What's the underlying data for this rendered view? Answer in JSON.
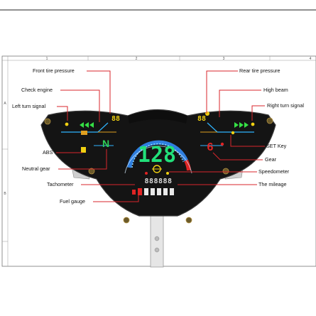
{
  "frame": {
    "columns": [
      "1",
      "2",
      "3",
      "4"
    ],
    "rows": [
      "A",
      "B"
    ]
  },
  "labels": {
    "front_tire_pressure": "Front tire pressure",
    "rear_tire_pressure": "Rear tire pressure",
    "check_engine": "Check engine",
    "high_beam": "High beam",
    "left_turn_signal": "Left turn signal",
    "right_turn_signal": "Right turn signal",
    "set_key": "SET Key",
    "abs": "ABS",
    "gear": "Gear",
    "neutral_gear": "Neutral gear",
    "speedometer": "Speedometer",
    "tachometer": "Tachometer",
    "mileage": "The mileage",
    "fuel_gauge": "Fuel gauge"
  },
  "display": {
    "speed": "128",
    "neutral": "N",
    "gear": "6",
    "mileage": "888888",
    "tire_front": "88",
    "tire_rear": "88"
  },
  "colors": {
    "leader": "#d9262b",
    "panel": "#141414",
    "speed_digits": "#22e07a",
    "neutral": "#2fd05a",
    "gear": "#e02424",
    "tacho_blue": "#2f7fe0",
    "indicator_yellow": "#f0d012",
    "turn_green": "#35e045"
  }
}
